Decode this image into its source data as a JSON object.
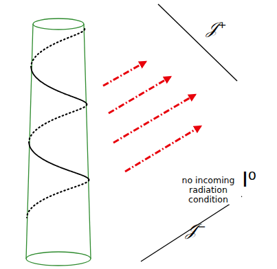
{
  "diagram": {
    "labels": [
      "𝒥⁺",
      "I⁰",
      "no incoming radiation condition",
      "𝒥⁻"
    ]
  }
}
